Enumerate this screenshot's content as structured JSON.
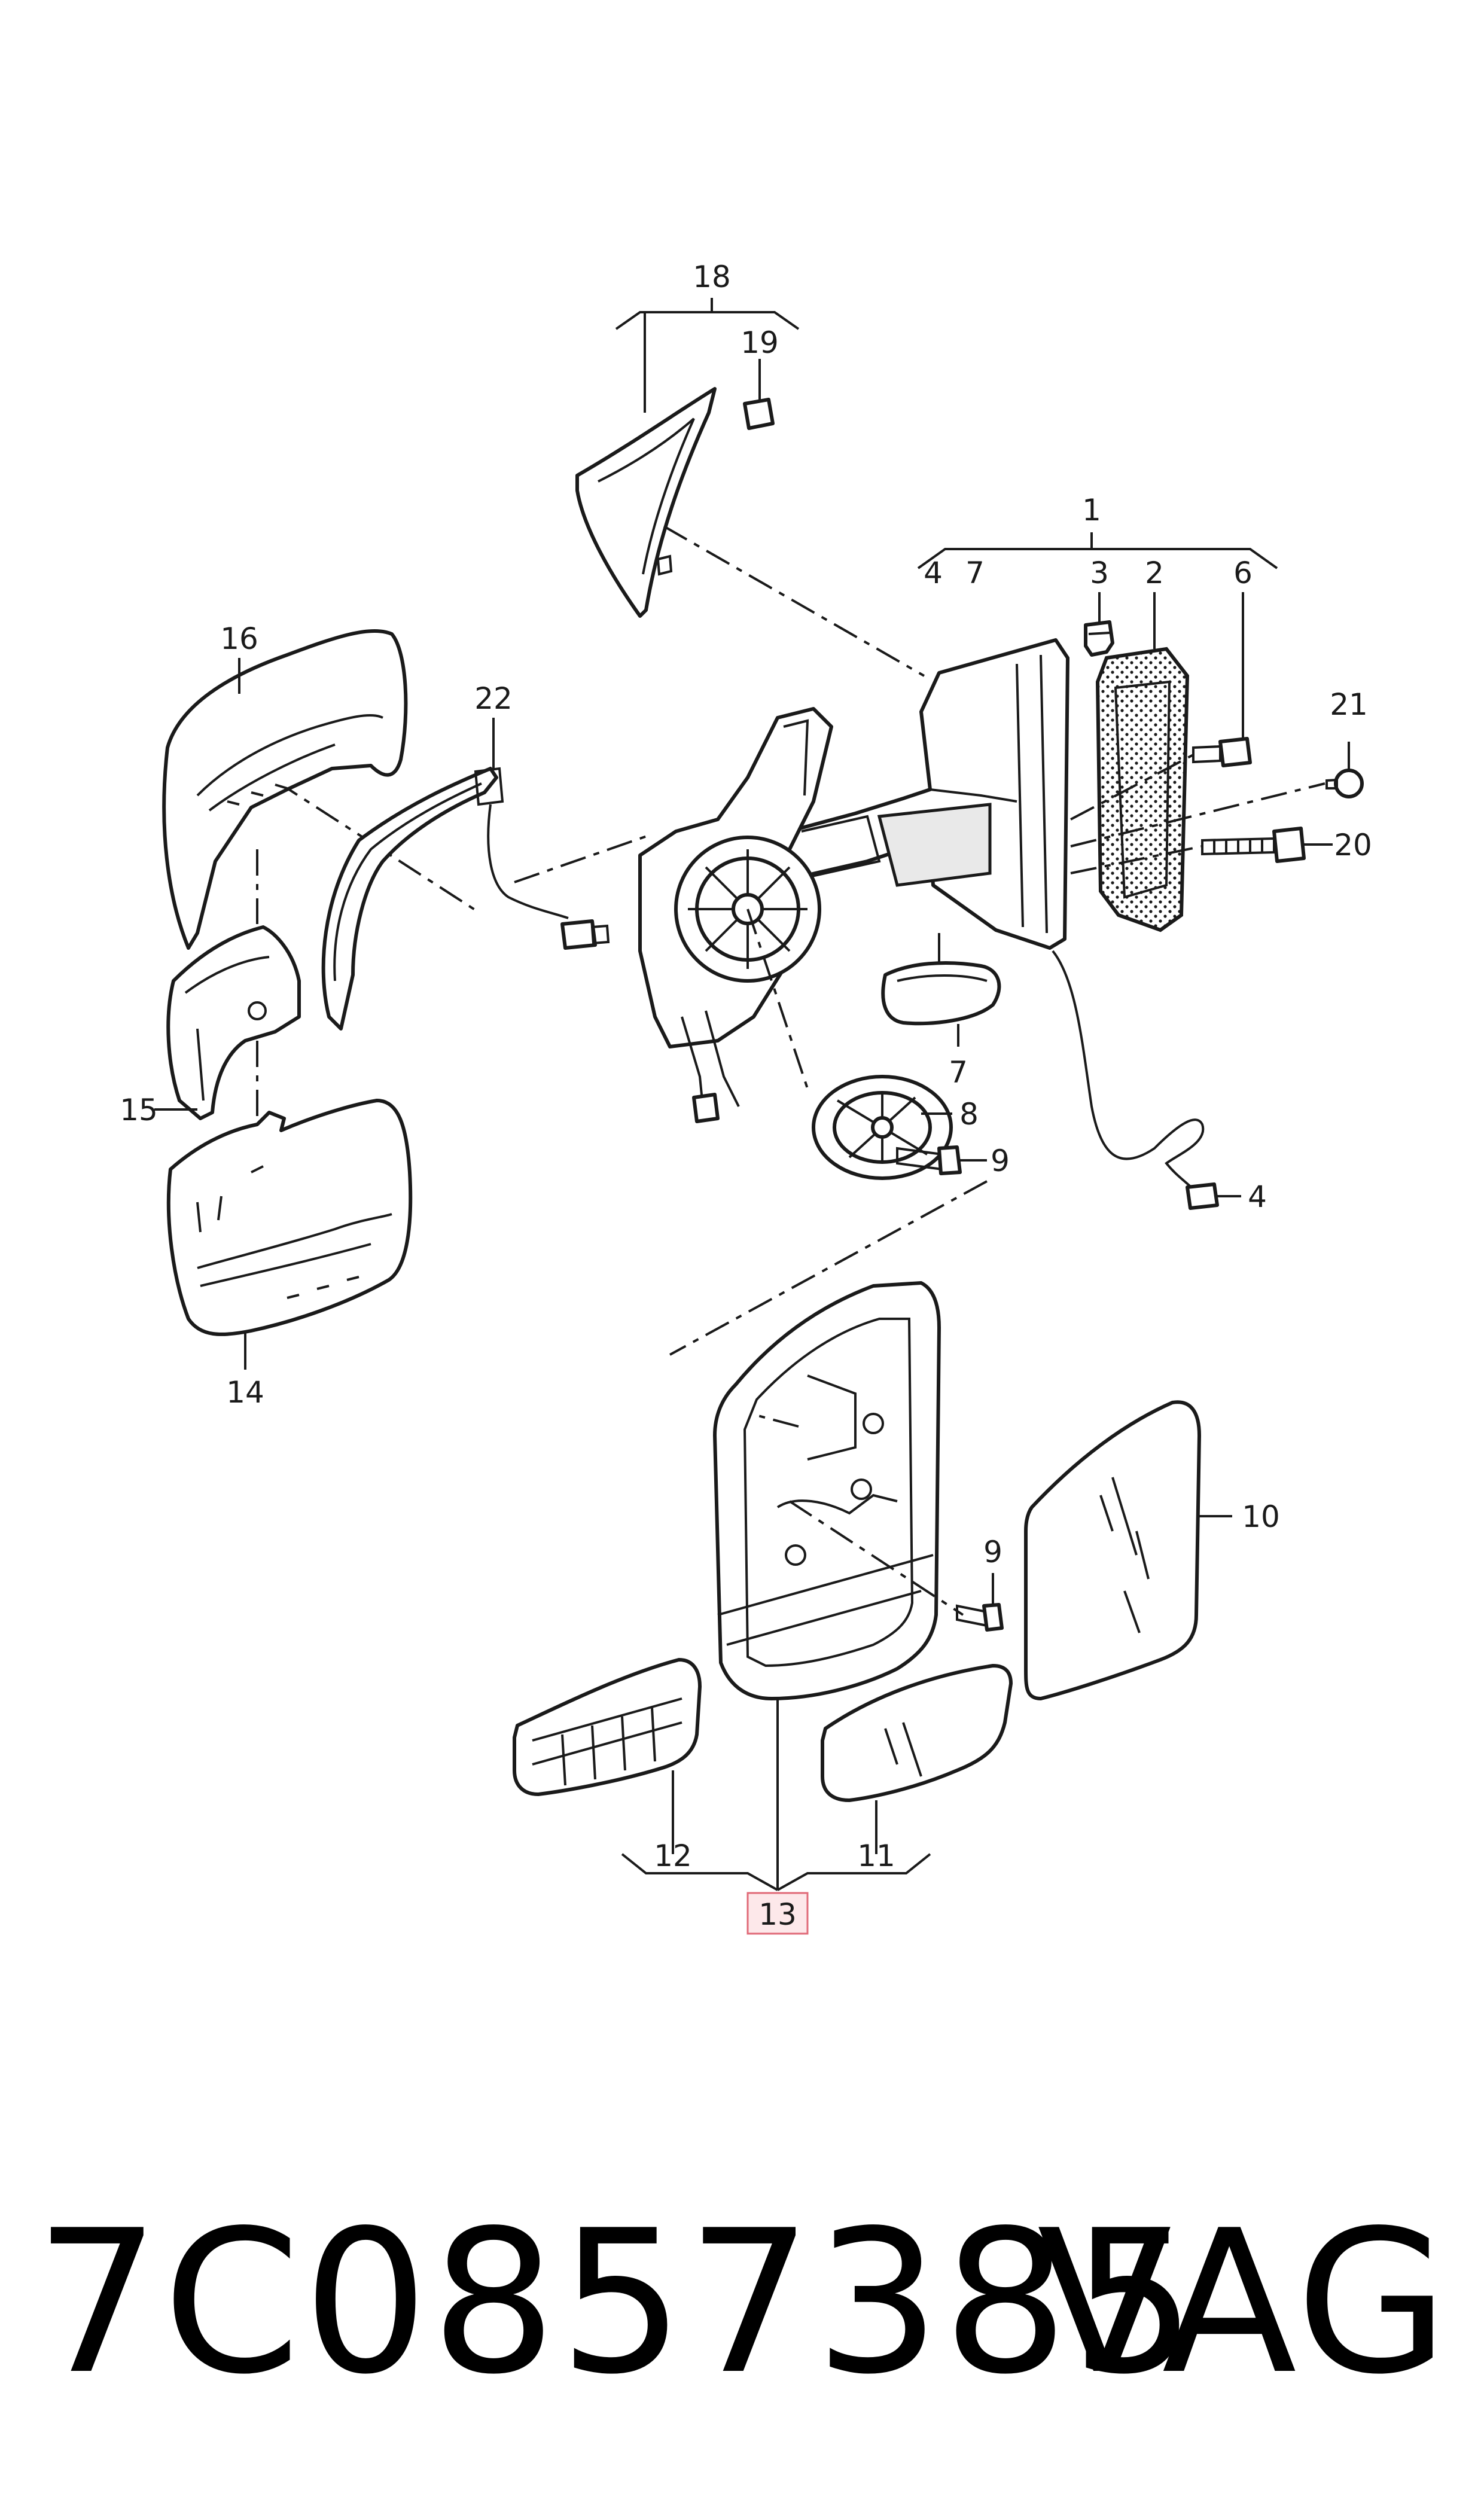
{
  "callouts": {
    "c1": "1",
    "c2": "2",
    "c3": "3",
    "c4a": "4",
    "c4b": "4",
    "c6": "6",
    "c7a": "7",
    "c7b": "7",
    "c8": "8",
    "c9a": "9",
    "c9b": "9",
    "c10": "10",
    "c11": "11",
    "c12": "12",
    "c13": "13",
    "c14": "14",
    "c15": "15",
    "c16": "16",
    "c18": "18",
    "c19": "19",
    "c20": "20",
    "c21": "21",
    "c22": "22"
  },
  "highlight": {
    "callout": "13",
    "fill": "#fde8ea",
    "border": "#e06a78"
  },
  "footer": {
    "part_number": "7C0857385",
    "brand": "VAG"
  }
}
